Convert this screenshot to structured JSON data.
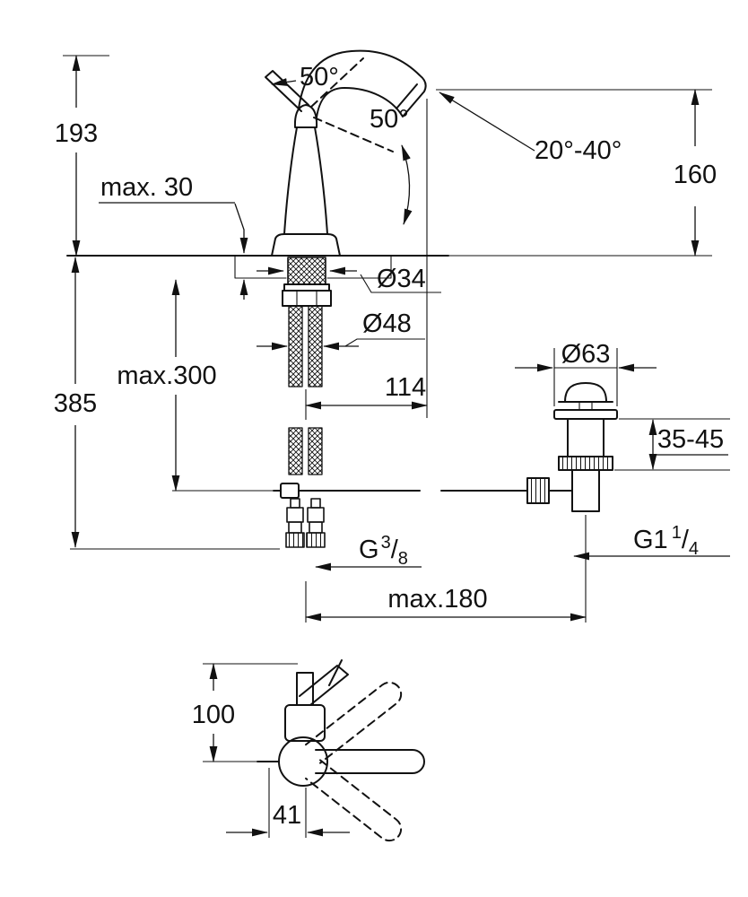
{
  "colors": {
    "ink": "#111111",
    "background": "#ffffff"
  },
  "side_view": {
    "labels": {
      "height_above_deck": "193",
      "deck_thickness": "max. 30",
      "lever_angle_left": "50°",
      "lever_angle_right": "50°",
      "spout_tilt_range": "20°-40°",
      "outlet_height": "160",
      "shank_diameter": "Ø34",
      "hole_diameter": "Ø48",
      "hose_length": "max.300",
      "overall_below_deck": "385",
      "spout_projection": "114",
      "waste_flange_diameter": "Ø63",
      "waste_deck_range": "35-45",
      "rod_reach": "max.180"
    },
    "threads": {
      "supply_prefix": "G",
      "supply_numerator": "3",
      "supply_slash": "/",
      "supply_denominator": "8",
      "waste_prefix": "G1",
      "waste_numerator": "1",
      "waste_slash": "/",
      "waste_denominator": "4"
    }
  },
  "plan_view": {
    "labels": {
      "body_depth": "100",
      "center_offset": "41"
    }
  }
}
